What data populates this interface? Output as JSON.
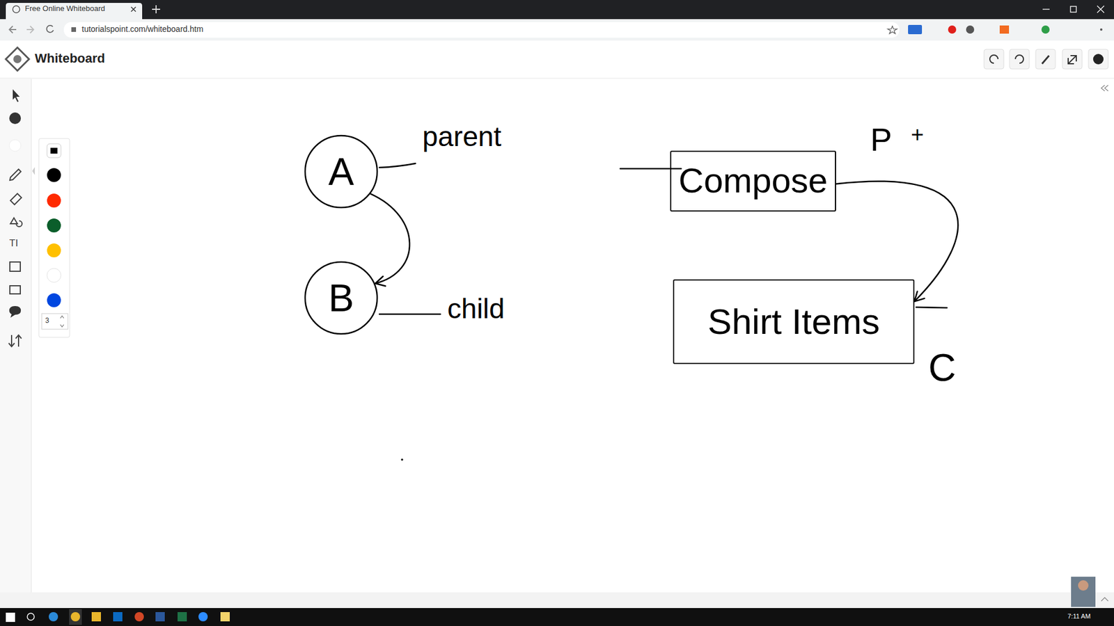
{
  "diagram": {
    "title": "Whiteboard",
    "nodes": [
      {
        "text": [
          "A"
        ]
      },
      {
        "text": [
          "B"
        ]
      },
      {
        "text": [
          "Compose"
        ]
      },
      {
        "text": [
          "Shirt Items"
        ]
      }
    ],
    "edges": [
      {
        "from": 0,
        "to": 1,
        "arrow": "to"
      },
      {
        "from": 2,
        "to": 3,
        "arrow": "to"
      }
    ],
    "labels": [
      "Free Online Whiteboard",
      "tutorialspoint.com/whiteboard.htm",
      "TI",
      "3",
      "parent",
      "child",
      "P",
      "+",
      "C",
      "7:11 AM"
    ]
  }
}
